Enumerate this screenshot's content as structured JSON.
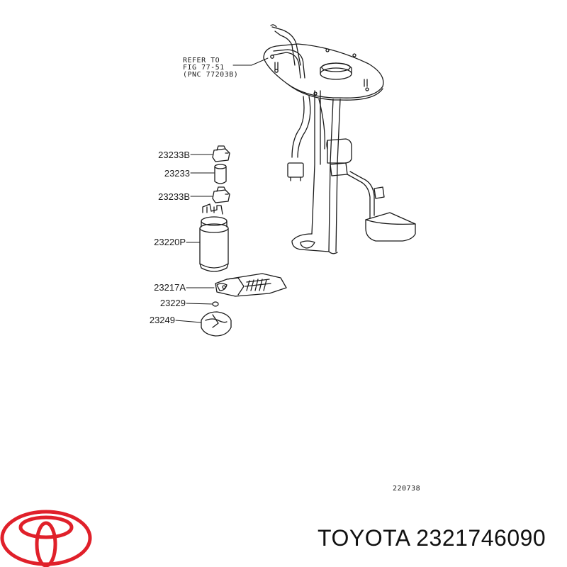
{
  "callouts": {
    "refer_line1": "REFER TO",
    "refer_line2": "FIG 77-51",
    "refer_line3": "(PNC 77203B)",
    "part_23233B_top": "23233B",
    "part_23233": "23233",
    "part_23233B_bottom": "23233B",
    "part_23220P": "23220P",
    "part_23217A": "23217A",
    "part_23229": "23229",
    "part_23249": "23249"
  },
  "figure_number": "220738",
  "brand_caption": "TOYOTA 2321746090",
  "logo": {
    "icon": "toyota-logo-icon",
    "color": "#e0202a"
  }
}
